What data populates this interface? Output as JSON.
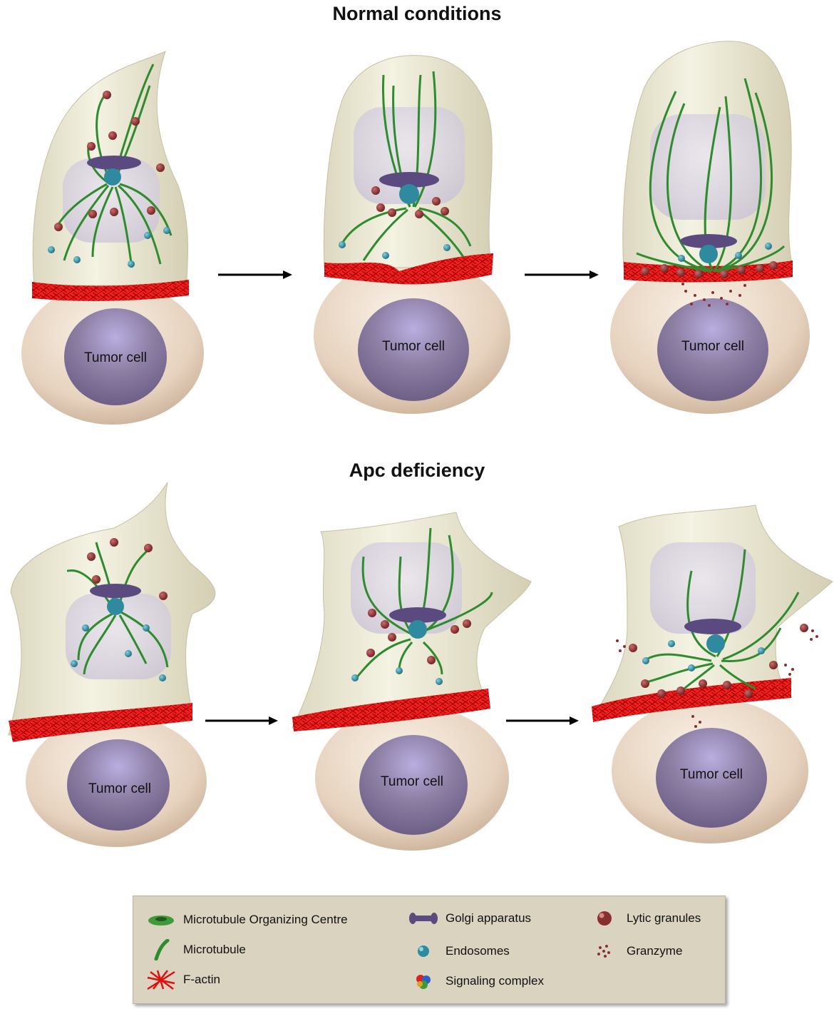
{
  "sections": {
    "normal_title": "Normal conditions",
    "apc_title": "Apc deficiency"
  },
  "cells": {
    "tumor_label": "Tumor cell"
  },
  "legend": {
    "mtoc": "Microtubule Organizing Centre",
    "microtubule": "Microtubule",
    "factin": "F-actin",
    "golgi": "Golgi apparatus",
    "endosomes": "Endosomes",
    "signaling": "Signaling complex",
    "lytic": "Lytic granules",
    "granzyme": "Granzyme"
  },
  "colors": {
    "tcell_body": "#eeebd6",
    "tumor_body": "#e9d8c6",
    "nucleus": "#8c7ea2",
    "microtubule": "#2e8b2e",
    "factin": "#e01010",
    "golgi": "#5a4a80",
    "endosome": "#2f8aa0",
    "lytic": "#8a2f2f",
    "legend_bg": "#d9d3c0"
  }
}
